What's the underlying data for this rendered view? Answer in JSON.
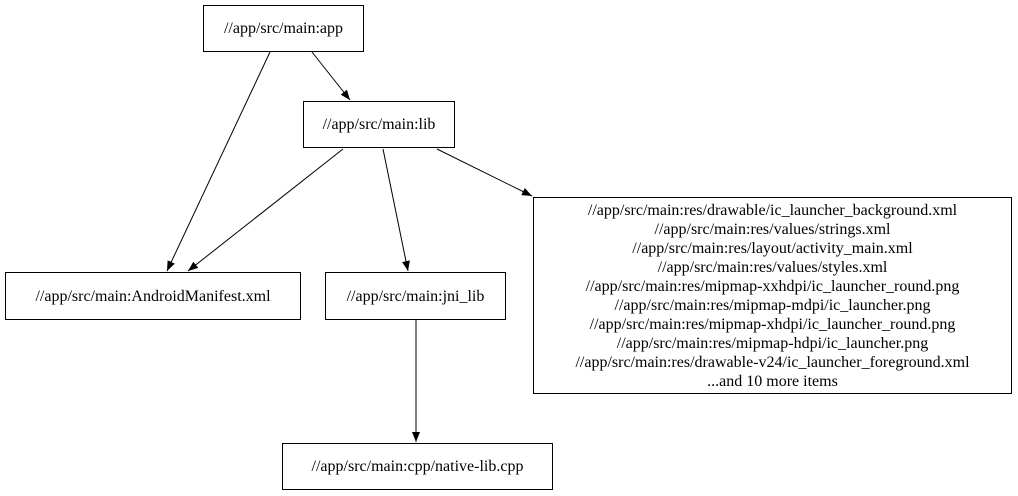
{
  "diagram": {
    "type": "dependency-graph",
    "background_color": "#ffffff",
    "node_border_color": "#000000",
    "edge_color": "#000000",
    "text_color": "#000000"
  },
  "nodes": {
    "app": {
      "label": "//app/src/main:app"
    },
    "lib": {
      "label": "//app/src/main:lib"
    },
    "android_manifest": {
      "label": "//app/src/main:AndroidManifest.xml"
    },
    "jni_lib": {
      "label": "//app/src/main:jni_lib"
    },
    "native_lib_cpp": {
      "label": "//app/src/main:cpp/native-lib.cpp"
    },
    "resources": {
      "lines": [
        "//app/src/main:res/drawable/ic_launcher_background.xml",
        "//app/src/main:res/values/strings.xml",
        "//app/src/main:res/layout/activity_main.xml",
        "//app/src/main:res/values/styles.xml",
        "//app/src/main:res/mipmap-xxhdpi/ic_launcher_round.png",
        "//app/src/main:res/mipmap-mdpi/ic_launcher.png",
        "//app/src/main:res/mipmap-xhdpi/ic_launcher_round.png",
        "//app/src/main:res/mipmap-hdpi/ic_launcher.png",
        "//app/src/main:res/drawable-v24/ic_launcher_foreground.xml",
        "...and 10 more items"
      ]
    }
  },
  "edges": [
    {
      "from": "app",
      "to": "lib"
    },
    {
      "from": "app",
      "to": "android_manifest"
    },
    {
      "from": "lib",
      "to": "android_manifest"
    },
    {
      "from": "lib",
      "to": "jni_lib"
    },
    {
      "from": "lib",
      "to": "resources"
    },
    {
      "from": "jni_lib",
      "to": "native_lib_cpp"
    }
  ]
}
